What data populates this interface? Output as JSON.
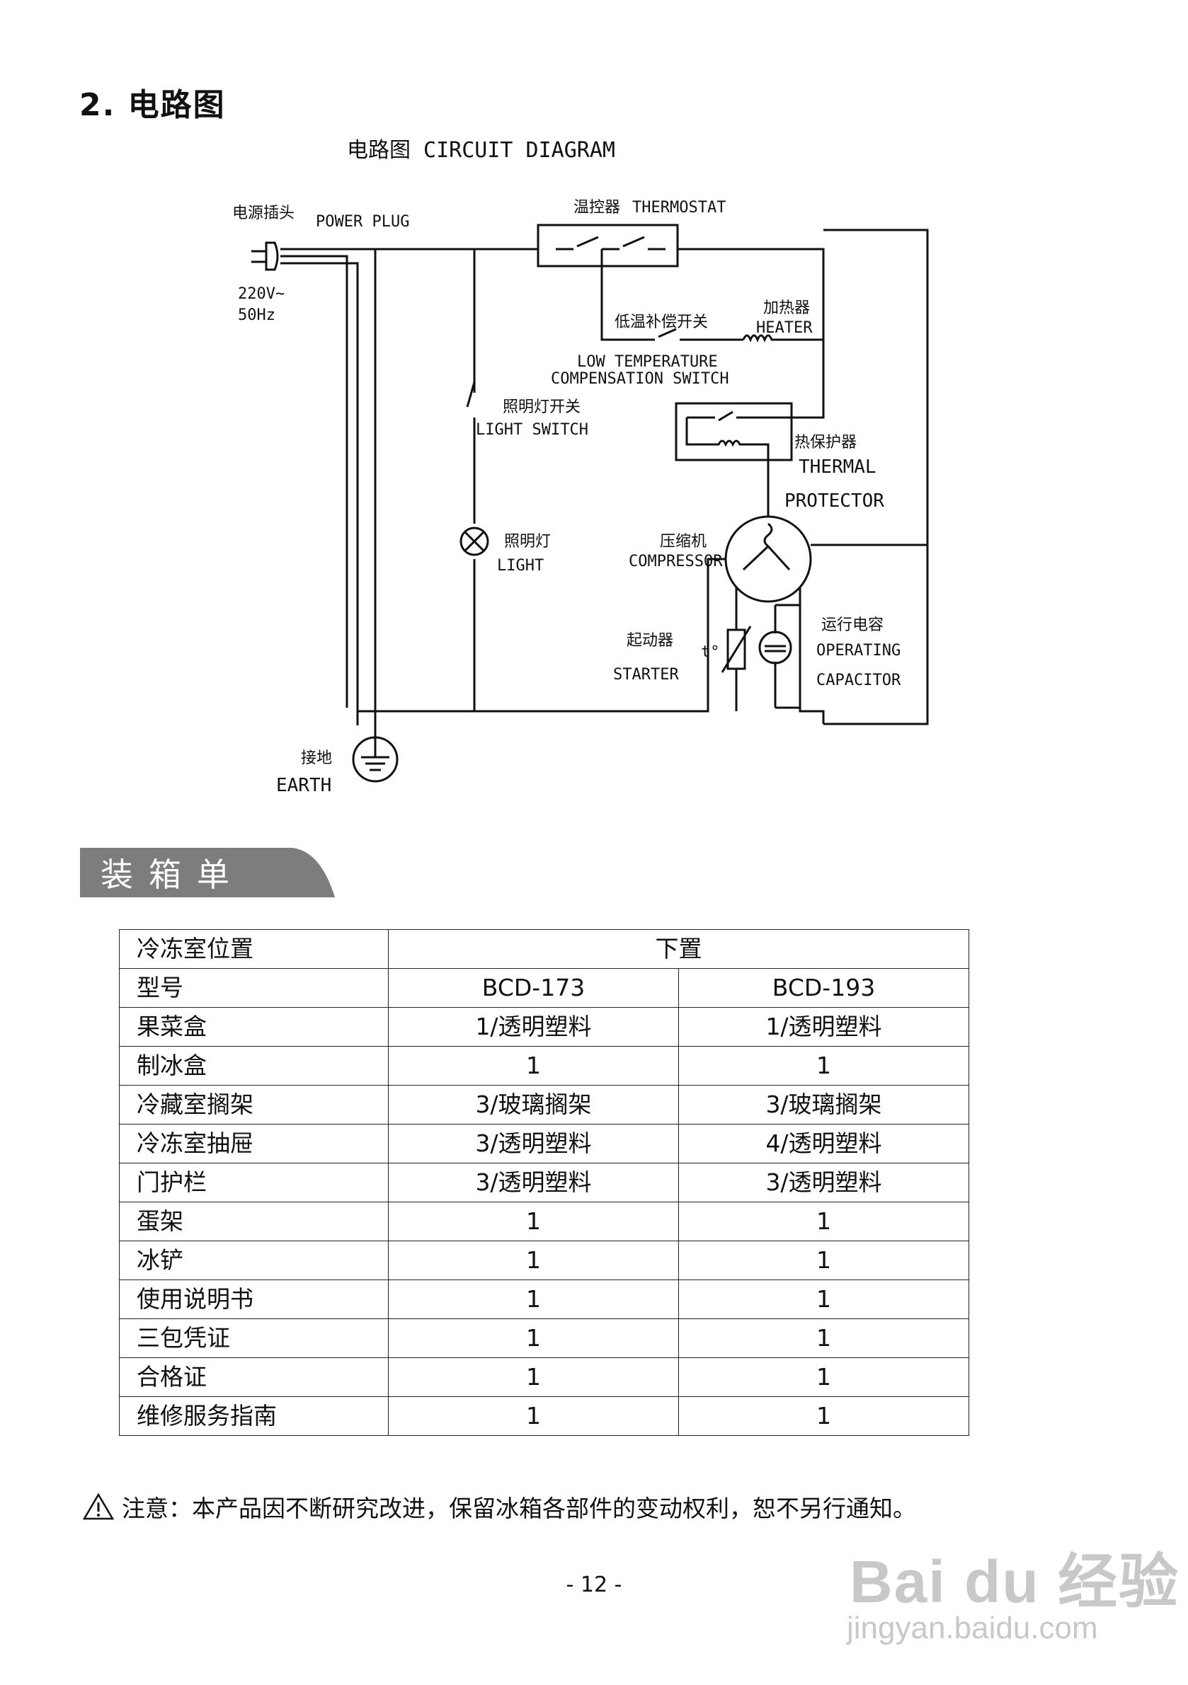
{
  "section_title": "2. 电路图",
  "diagram": {
    "title": "电路图 CIRCUIT DIAGRAM",
    "labels": {
      "power_plug_cn": "电源插头",
      "power_plug_en": "POWER PLUG",
      "voltage": "220V~",
      "frequency": "50Hz",
      "thermostat_cn": "温控器",
      "thermostat_en": "THERMOSTAT",
      "low_temp_switch_cn": "低温补偿开关",
      "low_temp_switch_en_1": "LOW TEMPERATURE",
      "low_temp_switch_en_2": "COMPENSATION SWITCH",
      "heater_cn": "加热器",
      "heater_en": "HEATER",
      "light_switch_cn": "照明灯开关",
      "light_switch_en": "LIGHT SWITCH",
      "thermal_protector_cn": "热保护器",
      "thermal_protector_en_1": "THERMAL",
      "thermal_protector_en_2": "PROTECTOR",
      "light_cn": "照明灯",
      "light_en": "LIGHT",
      "compressor_cn": "压缩机",
      "compressor_en": "COMPRESSOR",
      "starter_cn": "起动器",
      "starter_en": "STARTER",
      "starter_mark": "t°",
      "capacitor_cn": "运行电容",
      "capacitor_en_1": "OPERATING",
      "capacitor_en_2": "CAPACITOR",
      "earth_cn": "接地",
      "earth_en": "EARTH"
    }
  },
  "packing": {
    "title": "装箱单",
    "header": {
      "label": "冷冻室位置",
      "value": "下置"
    },
    "model_row": {
      "label": "型号",
      "col1": "BCD-173",
      "col2": "BCD-193"
    },
    "rows": [
      {
        "label": "果菜盒",
        "col1": "1/透明塑料",
        "col2": "1/透明塑料"
      },
      {
        "label": "制冰盒",
        "col1": "1",
        "col2": "1"
      },
      {
        "label": "冷藏室搁架",
        "col1": "3/玻璃搁架",
        "col2": "3/玻璃搁架"
      },
      {
        "label": "冷冻室抽屉",
        "col1": "3/透明塑料",
        "col2": "4/透明塑料"
      },
      {
        "label": "门护栏",
        "col1": "3/透明塑料",
        "col2": "3/透明塑料"
      },
      {
        "label": "蛋架",
        "col1": "1",
        "col2": "1"
      },
      {
        "label": "冰铲",
        "col1": "1",
        "col2": "1"
      },
      {
        "label": "使用说明书",
        "col1": "1",
        "col2": "1"
      },
      {
        "label": "三包凭证",
        "col1": "1",
        "col2": "1"
      },
      {
        "label": "合格证",
        "col1": "1",
        "col2": "1"
      },
      {
        "label": "维修服务指南",
        "col1": "1",
        "col2": "1"
      }
    ]
  },
  "note": "注意：本产品因不断研究改进，保留冰箱各部件的变动权利，恕不另行通知。",
  "page_number": "- 12 -",
  "watermark": {
    "brand": "Bai du 经验",
    "url": "jingyan.baidu.com"
  }
}
